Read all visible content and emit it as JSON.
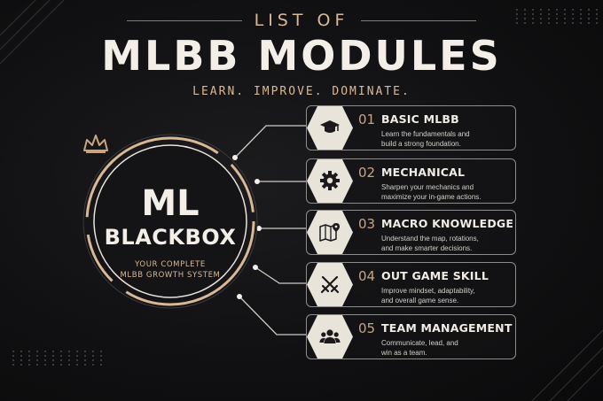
{
  "header": {
    "list_of": "LIST OF",
    "title": "MLBB MODULES",
    "tagline": "LEARN. IMPROVE. DOMINATE."
  },
  "badge": {
    "ml": "ML",
    "blackbox": "BLACKBOX",
    "subtitle_line1": "YOUR COMPLETE",
    "subtitle_line2": "MLBB GROWTH SYSTEM"
  },
  "modules": [
    {
      "number": "01",
      "title": "BASIC MLBB",
      "desc_line1": "Learn the fundamentals and",
      "desc_line2": "build a strong foundation.",
      "icon": "graduation-cap-icon"
    },
    {
      "number": "02",
      "title": "MECHANICAL",
      "desc_line1": "Sharpen your mechanics and",
      "desc_line2": "maximize your in-game actions.",
      "icon": "gear-icon"
    },
    {
      "number": "03",
      "title": "MACRO KNOWLEDGE",
      "desc_line1": "Understand the map, rotations,",
      "desc_line2": "and make smarter decisions.",
      "icon": "map-pin-icon"
    },
    {
      "number": "04",
      "title": "OUT GAME SKILL",
      "desc_line1": "Improve mindset, adaptability,",
      "desc_line2": "and overall game sense.",
      "icon": "crossed-swords-icon"
    },
    {
      "number": "05",
      "title": "TEAM MANAGEMENT",
      "desc_line1": "Communicate, lead, and",
      "desc_line2": "win as a team.",
      "icon": "team-icon"
    }
  ],
  "colors": {
    "background": "#111113",
    "gold": "#d9b896",
    "hex_fill": "#e9e4da",
    "text": "#f3efe8"
  }
}
